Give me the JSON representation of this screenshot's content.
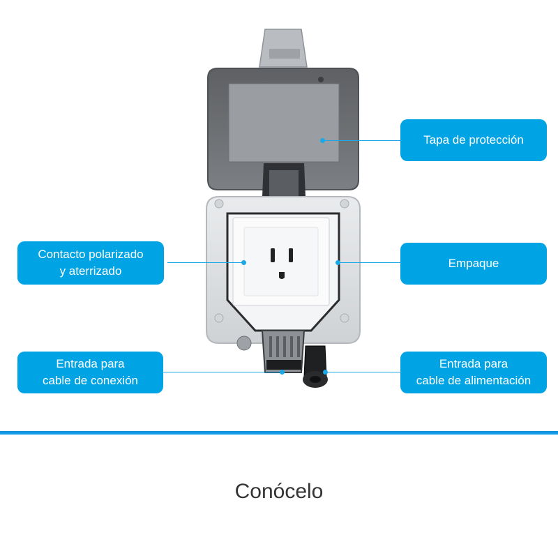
{
  "callouts": {
    "cover": "Tapa de protección",
    "outlet_line1": "Contacto polarizado",
    "outlet_line2": "y aterrizado",
    "gasket": "Empaque",
    "connection_line1": "Entrada para",
    "connection_line2": "cable de conexión",
    "power_line1": "Entrada para",
    "power_line2": "cable de alimentación"
  },
  "footer": {
    "title": "Conócelo"
  },
  "colors": {
    "accent": "#00a3e4",
    "divider": "#0b8fe0",
    "title_text": "#333333"
  }
}
